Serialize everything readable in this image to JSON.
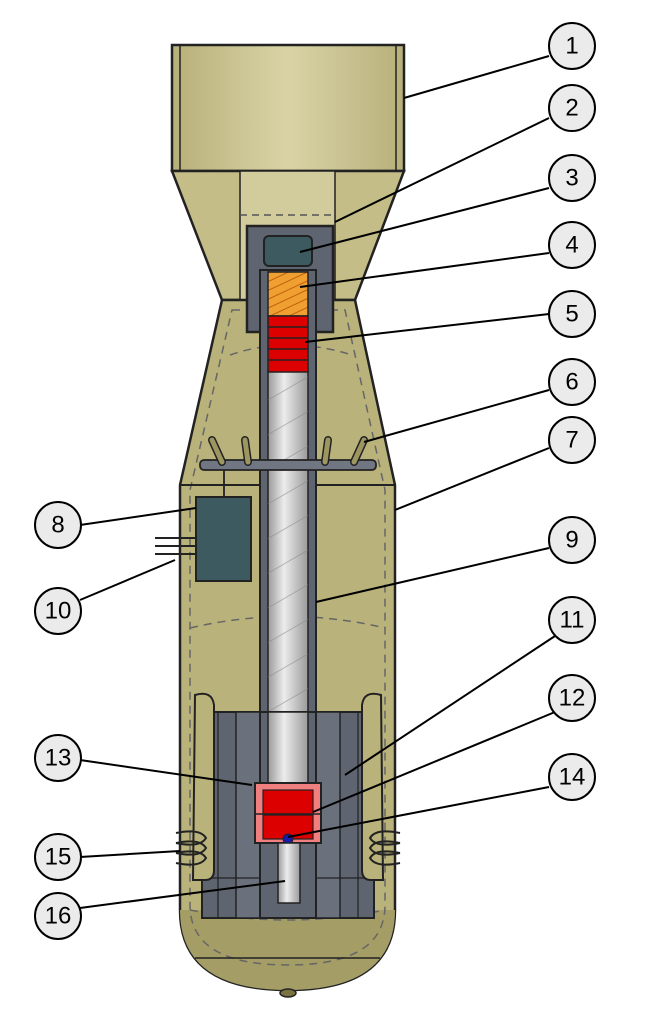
{
  "colors": {
    "casing": "#b9b27a",
    "casing_dark": "#9e9660",
    "tail": "#cfc89a",
    "outline": "#222222",
    "tamper": "#5e6470",
    "tamper_light": "#707682",
    "dark_box": "#3c5a60",
    "barrel": "#d5d5d5",
    "projectile_orange": "#f0a030",
    "projectile_red": "#dd0000",
    "target_pink": "#f08080",
    "initiator_blue": "#1a1aa8",
    "callout_fill": "#ebebeb"
  },
  "callouts": [
    {
      "id": "1",
      "label": "1"
    },
    {
      "id": "2",
      "label": "2"
    },
    {
      "id": "3",
      "label": "3"
    },
    {
      "id": "4",
      "label": "4"
    },
    {
      "id": "5",
      "label": "5"
    },
    {
      "id": "6",
      "label": "6"
    },
    {
      "id": "7",
      "label": "7"
    },
    {
      "id": "8",
      "label": "8"
    },
    {
      "id": "9",
      "label": "9"
    },
    {
      "id": "10",
      "label": "10"
    },
    {
      "id": "11",
      "label": "11"
    },
    {
      "id": "12",
      "label": "12"
    },
    {
      "id": "13",
      "label": "13"
    },
    {
      "id": "14",
      "label": "14"
    },
    {
      "id": "15",
      "label": "15"
    },
    {
      "id": "16",
      "label": "16"
    }
  ]
}
